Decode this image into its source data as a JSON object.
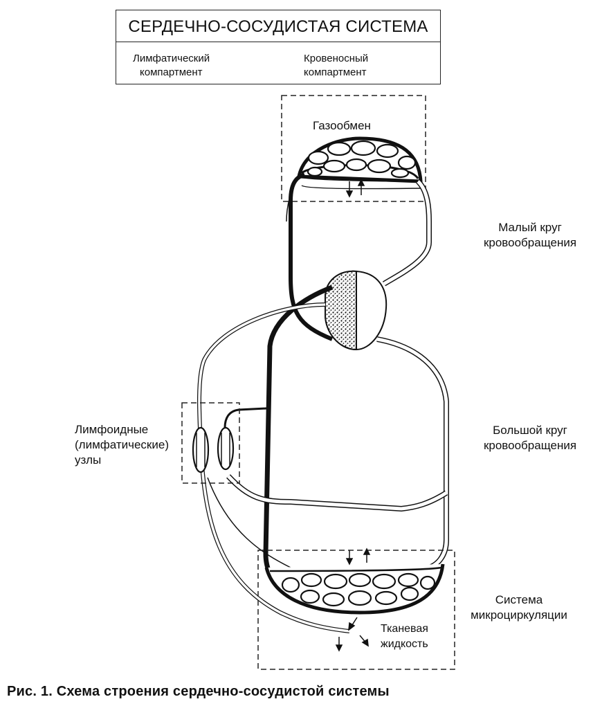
{
  "header": {
    "title": "СЕРДЕЧНО-СОСУДИСТАЯ СИСТЕМА",
    "lymph_compartment": [
      "Лимфатический",
      "компартмент"
    ],
    "blood_compartment": [
      "Кровеносный",
      "компартмент"
    ]
  },
  "labels": {
    "gas_exchange": "Газообмен",
    "pulmonary_circulation": [
      "Малый круг",
      "кровообращения"
    ],
    "systemic_circulation": [
      "Большой круг",
      "кровообращения"
    ],
    "lymph_nodes": [
      "Лимфоидные",
      "(лимфатические)",
      "узлы"
    ],
    "microcirculation": [
      "Система",
      "микроциркуляции"
    ],
    "tissue_fluid": [
      "Тканевая",
      "жидкость"
    ]
  },
  "caption": "Рис. 1. Схема строения сердечно-сосудистой системы"
}
